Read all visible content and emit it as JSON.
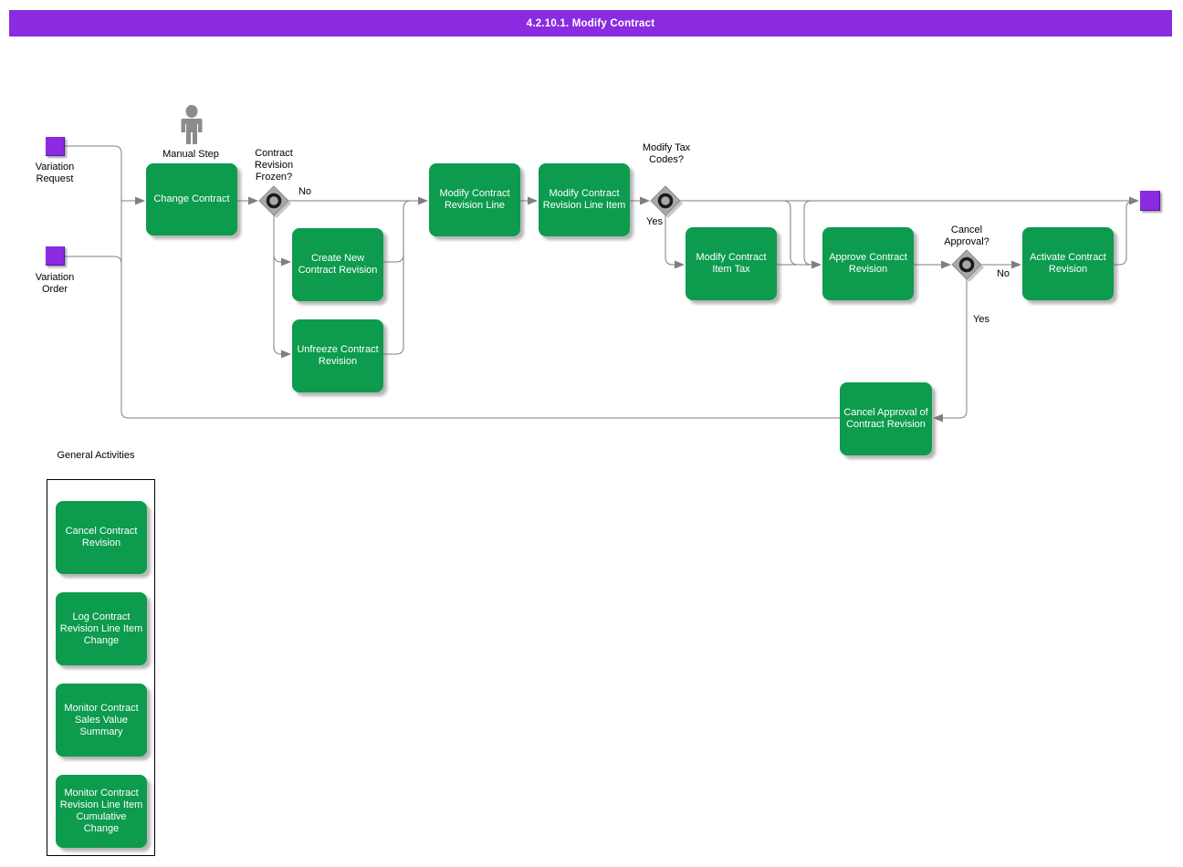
{
  "banner": {
    "title": "4.2.10.1. Modify Contract"
  },
  "colors": {
    "banner_bg": "#8a2be2",
    "node_bg": "#8a2be2",
    "task_bg": "#0d9b4e",
    "task_text": "#ffffff",
    "label_text": "#000000",
    "line": "#7f7f7f",
    "diamond_fill": "#a8a8a8",
    "diamond_edge": "#8c8c8c",
    "icon_gray": "#8c8c8c"
  },
  "start_nodes": {
    "variation_request": {
      "label": "Variation Request"
    },
    "variation_order": {
      "label": "Variation Order"
    }
  },
  "end_node": {
    "name": "process-end"
  },
  "annotations": {
    "manual_step": "Manual Step"
  },
  "decisions": {
    "frozen": {
      "label": "Contract Revision Frozen?",
      "no": "No"
    },
    "tax": {
      "label": "Modify Tax Codes?",
      "yes": "Yes"
    },
    "cancel": {
      "label": "Cancel Approval?",
      "no": "No",
      "yes": "Yes"
    }
  },
  "tasks": {
    "change_contract": {
      "label": "Change Contract"
    },
    "create_new_contract_revision": {
      "label": "Create New Contract Revision"
    },
    "unfreeze_contract_revision": {
      "label": "Unfreeze Contract Revision"
    },
    "modify_contract_revision_line": {
      "label": "Modify Contract Revision Line"
    },
    "modify_contract_revision_line_item": {
      "label": "Modify Contract Revision Line Item"
    },
    "modify_contract_item_tax": {
      "label": "Modify Contract Item Tax"
    },
    "approve_contract_revision": {
      "label": "Approve Contract Revision"
    },
    "activate_contract_revision": {
      "label": "Activate Contract Revision"
    },
    "cancel_approval_of_contract_revision": {
      "label": "Cancel Approval of Contract Revision"
    }
  },
  "general_activities": {
    "title": "General Activities",
    "items": [
      {
        "label": "Cancel Contract Revision"
      },
      {
        "label": "Log Contract Revision Line Item Change"
      },
      {
        "label": "Monitor Contract Sales Value Summary"
      },
      {
        "label": "Monitor Contract Revision Line Item Cumulative Change"
      }
    ]
  }
}
